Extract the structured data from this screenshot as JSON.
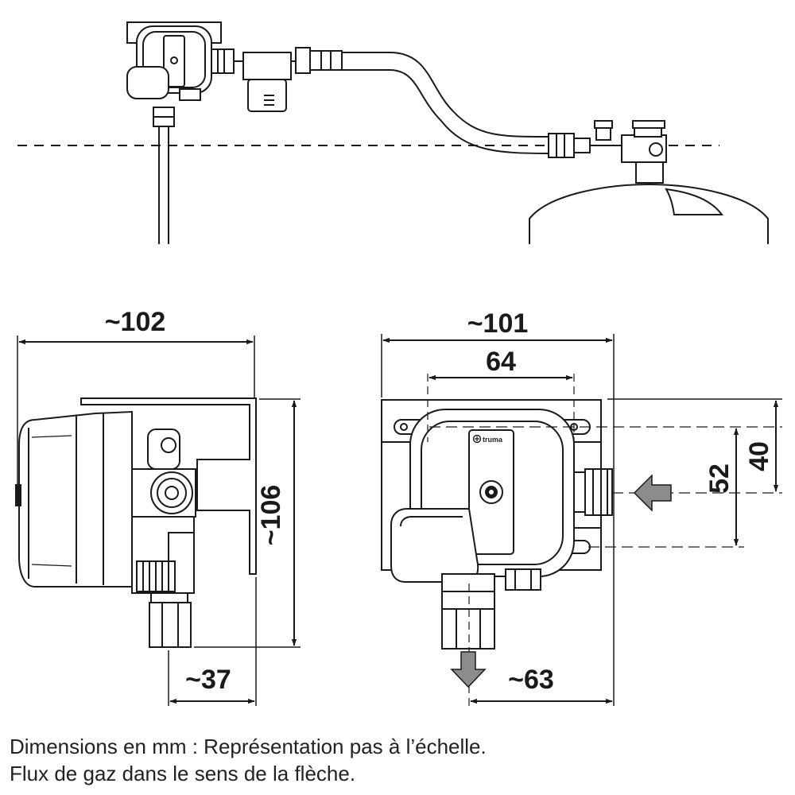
{
  "diagram": {
    "brand_label": "truma",
    "dimensions": {
      "side_width": "~102",
      "side_height": "~106",
      "side_depth": "~37",
      "front_width": "~101",
      "front_hole_spacing": "64",
      "front_bottom_offset": "~63",
      "inlet_height": "52",
      "bracket_offset": "40"
    }
  },
  "caption": {
    "line1": "Dimensions en mm : Représentation pas à l’échelle.",
    "line2": "Flux de gaz dans le sens de la flèche."
  },
  "colors": {
    "line": "#1a1a1a",
    "arrow_fill": "#8c8c8c"
  }
}
